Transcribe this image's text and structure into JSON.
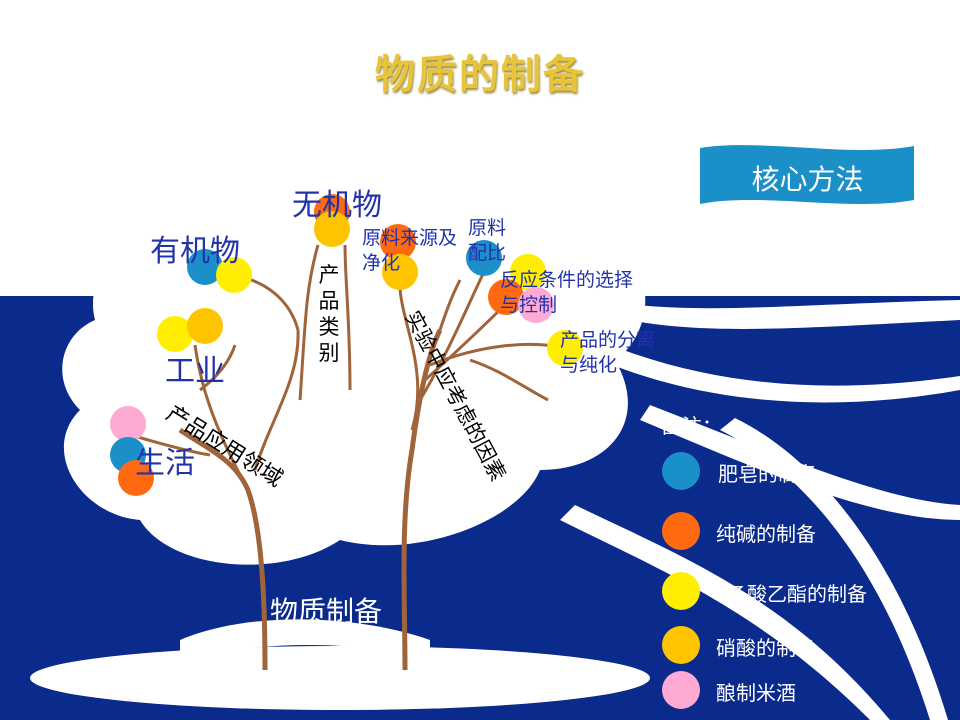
{
  "title": "物质的制备",
  "banner": "核心方法",
  "trunk_label": "物质制备",
  "left_branches": {
    "inorganic": "无机物",
    "organic": "有机物",
    "industry": "工业",
    "life": "生活",
    "product_category": "产品类别",
    "application_field": "产品应用领域"
  },
  "right_branches": {
    "factors": "实验中应考虑的因素",
    "raw_source": "原料来源及净化",
    "raw_ratio": "原料配比",
    "reaction_conditions": "反应条件的选择与控制",
    "separation": "产品的分离与纯化"
  },
  "legend": {
    "title": "图注：",
    "items": [
      {
        "label": "肥皂的制备",
        "color": "#1a8fc8"
      },
      {
        "label": "纯碱的制备",
        "color": "#ff6a10"
      },
      {
        "label": "乙酸乙酯的制备",
        "color": "#ffee00"
      },
      {
        "label": "硝酸的制备",
        "color": "#ffc400"
      },
      {
        "label": "酿制米酒",
        "color": "#ffaad4"
      }
    ]
  },
  "colors": {
    "background_navy": "#0a2a8c",
    "banner": "#1a8fc8",
    "branch": "#a0643a",
    "title": "#e8c43a",
    "label_blue": "#2233aa"
  }
}
